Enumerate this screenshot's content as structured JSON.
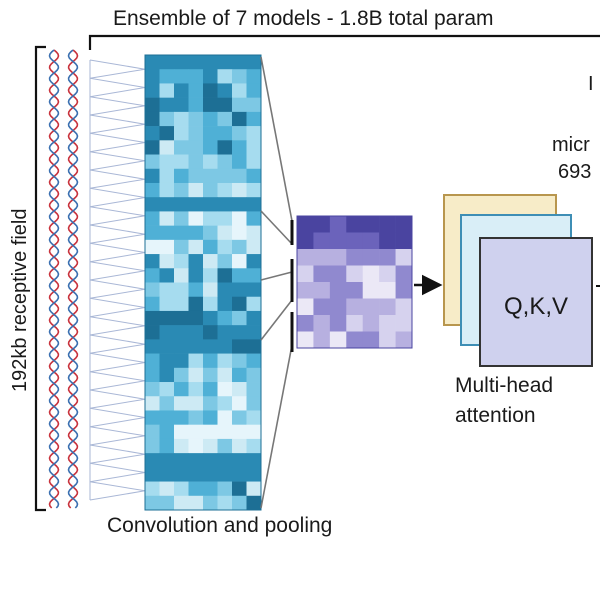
{
  "header": {
    "ensemble_label": "Ensemble of 7 models - 1.8B  total param",
    "right_cut_glyph": "I"
  },
  "left": {
    "receptive_field_label": "192kb receptive field"
  },
  "conv": {
    "caption": "Convolution and pooling"
  },
  "attention": {
    "box_label": "Q,K,V",
    "caption_line1": "Multi-head",
    "caption_line2": "attention"
  },
  "side_text": {
    "line1": "micr",
    "line2": "693"
  },
  "colors": {
    "dna_red": "#c8323c",
    "dna_blue": "#3a6fb0",
    "conv_light": "#cdeaf4",
    "conv_mid": "#7dc8e4",
    "conv_dark": "#1d6f95",
    "pool_dark": "#4a44a0",
    "pool_light": "#ebe8f6",
    "box_yellow": "#f7ecc8",
    "box_blue": "#d9eef7",
    "box_lilac": "#cfd1ee"
  }
}
